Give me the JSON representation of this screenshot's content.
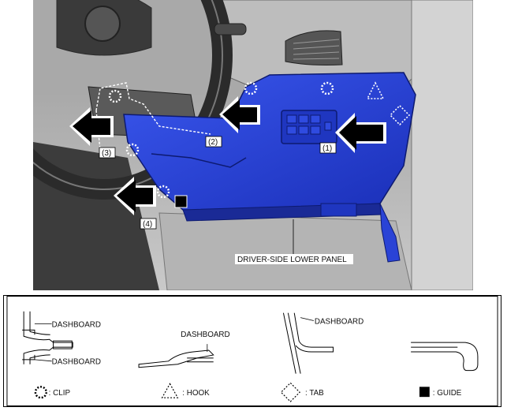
{
  "photo": {
    "callouts": {
      "c1": "(1)",
      "c2": "(2)",
      "c3": "(3)",
      "c4": "(4)"
    },
    "panel_label": "DRIVER-SIDE LOWER PANEL",
    "panel_color": "#2a43d6"
  },
  "legend": {
    "clip_fig": {
      "top": "DASHBOARD",
      "bottom": "DASHBOARD"
    },
    "hook_fig": {
      "label": "DASHBOARD"
    },
    "tab_fig": {
      "label": "DASHBOARD"
    },
    "keys": {
      "clip": ": CLIP",
      "hook": ": HOOK",
      "tab": ": TAB",
      "guide": ": GUIDE"
    }
  }
}
